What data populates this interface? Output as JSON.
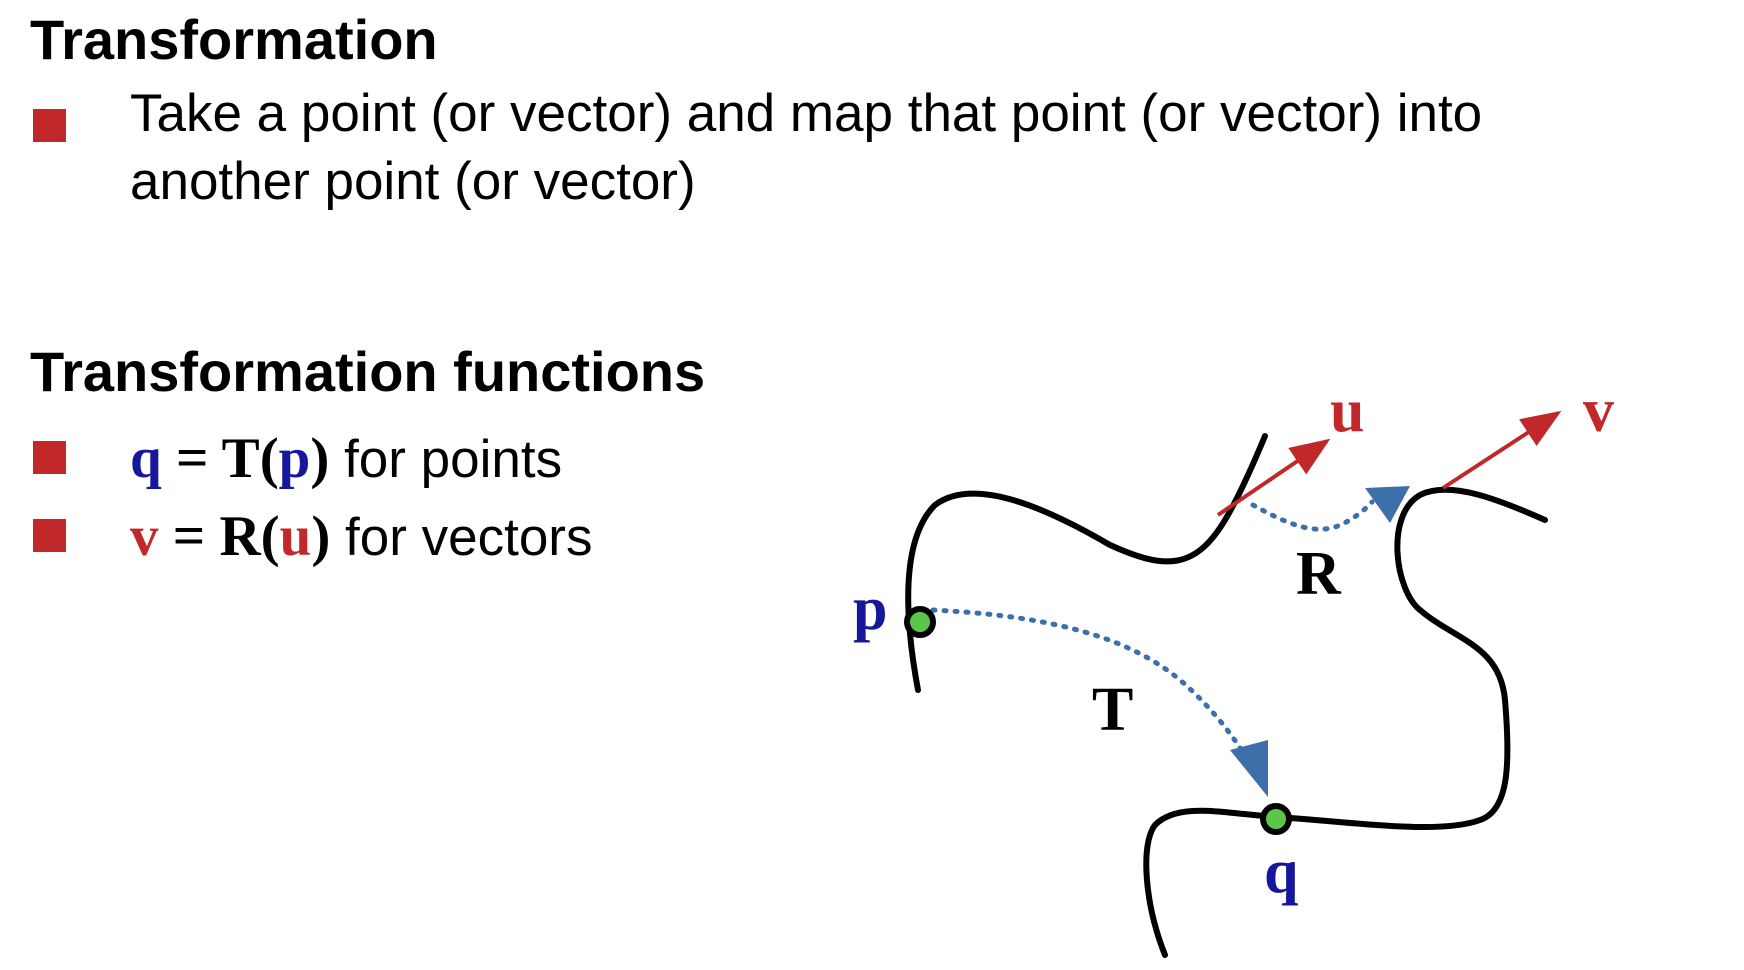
{
  "section1": {
    "title": "Transformation",
    "bullet_line1": "Take a point (or vector) and map that point (or vector) into",
    "bullet_line2": "another point (or vector)"
  },
  "section2": {
    "title": "Transformation functions",
    "formula_points": {
      "lhs": "q",
      "eq": " = ",
      "fn": "T",
      "open": "(",
      "arg": "p",
      "close": ")",
      "suffix": " for points"
    },
    "formula_vectors": {
      "lhs": "v",
      "eq": " = ",
      "fn": "R",
      "open": "(",
      "arg": "u",
      "close": ")",
      "suffix": " for vectors"
    }
  },
  "diagram": {
    "labels": {
      "p": "p",
      "q": "q",
      "u": "u",
      "v": "v",
      "T": "T",
      "R": "R"
    },
    "colors": {
      "curve": "#000000",
      "vector_arrow": "#c0282a",
      "dotted_arrow": "#3d6fa8",
      "point_fill": "#5cc64a",
      "point_label": "#16179a",
      "vector_label": "#c0282a",
      "bullet": "#c0282a"
    }
  }
}
